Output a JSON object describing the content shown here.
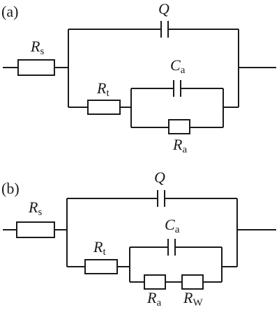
{
  "circuit_a": {
    "panel_label": "(a)",
    "Rs": {
      "symbol": "R",
      "subscript": "s"
    },
    "Q": {
      "symbol": "Q"
    },
    "Rt": {
      "symbol": "R",
      "subscript": "t"
    },
    "Ca": {
      "symbol": "C",
      "subscript": "a"
    },
    "Ra": {
      "symbol": "R",
      "subscript": "a"
    }
  },
  "circuit_b": {
    "panel_label": "(b)",
    "Rs": {
      "symbol": "R",
      "subscript": "s"
    },
    "Q": {
      "symbol": "Q"
    },
    "Rt": {
      "symbol": "R",
      "subscript": "t"
    },
    "Ca": {
      "symbol": "C",
      "subscript": "a"
    },
    "Ra": {
      "symbol": "R",
      "subscript": "a"
    },
    "RW": {
      "symbol": "R",
      "subscript": "W"
    }
  }
}
